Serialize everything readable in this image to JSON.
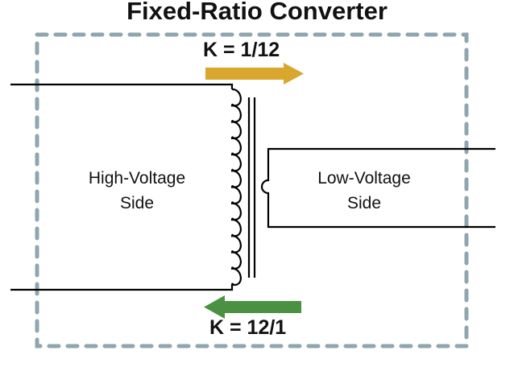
{
  "title": "Fixed-Ratio Converter",
  "arrows": {
    "forward": {
      "label": "K = 1/12",
      "direction": "right",
      "color": "#D9A62E"
    },
    "reverse": {
      "label": "K = 12/1",
      "direction": "left",
      "color": "#4A9142"
    }
  },
  "sides": {
    "high_voltage": {
      "line1": "High-Voltage",
      "line2": "Side"
    },
    "low_voltage": {
      "line1": "Low-Voltage",
      "line2": "Side"
    }
  },
  "colors": {
    "boundary": "#8FA5B0",
    "wire": "#000000"
  }
}
